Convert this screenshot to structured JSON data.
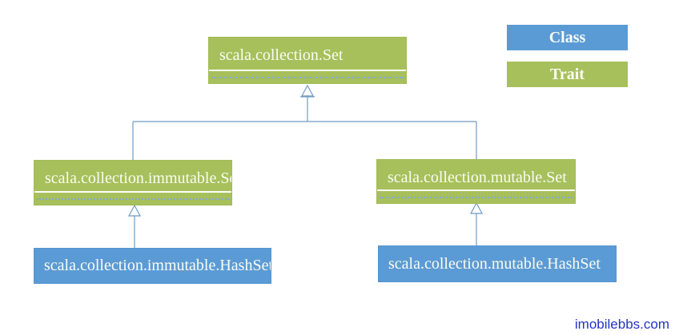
{
  "diagram": {
    "type": "uml-class-hierarchy",
    "subject": "Scala Set collections hierarchy",
    "nodes": [
      {
        "id": "set",
        "label": "scala.collection.Set",
        "kind": "trait"
      },
      {
        "id": "immutable-set",
        "label": "scala.collection.immutable.Set",
        "kind": "trait"
      },
      {
        "id": "mutable-set",
        "label": "scala.collection.mutable.Set",
        "kind": "trait"
      },
      {
        "id": "immutable-hashset",
        "label": "scala.collection.immutable.HashSet",
        "kind": "class"
      },
      {
        "id": "mutable-hashset",
        "label": "scala.collection.mutable.HashSet",
        "kind": "class"
      }
    ],
    "edges": [
      {
        "from": "immutable-set",
        "to": "set",
        "relation": "extends"
      },
      {
        "from": "mutable-set",
        "to": "set",
        "relation": "extends"
      },
      {
        "from": "immutable-hashset",
        "to": "immutable-set",
        "relation": "extends"
      },
      {
        "from": "mutable-hashset",
        "to": "mutable-set",
        "relation": "extends"
      }
    ],
    "legend": [
      {
        "label": "Class",
        "color": "#5b9bd5"
      },
      {
        "label": "Trait",
        "color": "#a7c05c"
      }
    ],
    "colors": {
      "trait_fill": "#a7c05c",
      "class_fill": "#5b9bd5",
      "connector": "#6f9bc4",
      "dotted_line": "#84a8cf",
      "watermark_text": "#2533c4"
    },
    "watermark": "imobilebbs.com"
  }
}
